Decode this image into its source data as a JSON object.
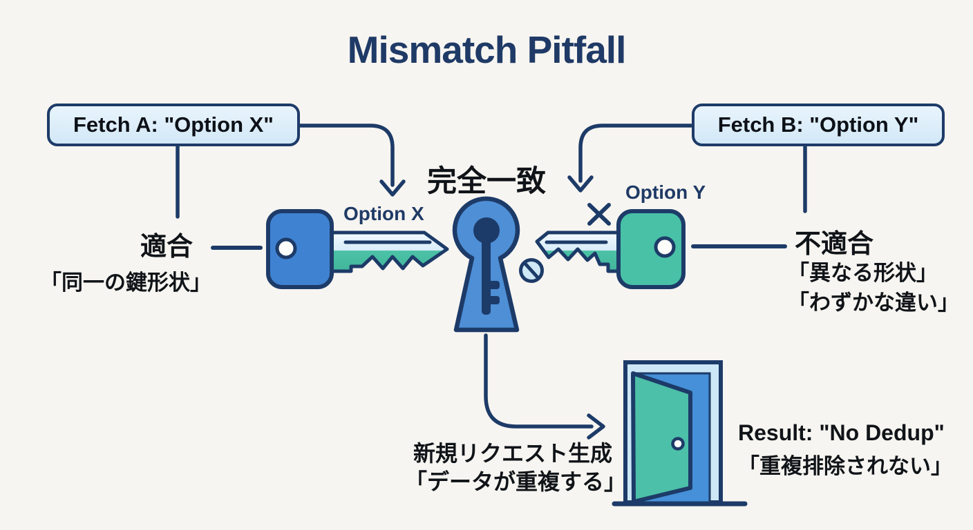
{
  "title": "Mismatch Pitfall",
  "fetch_a": {
    "label": "Fetch A: \"Option X\""
  },
  "fetch_b": {
    "label": "Fetch B: \"Option Y\""
  },
  "keys": {
    "left_label": "Option X",
    "right_label": "Option Y"
  },
  "keyhole": {
    "caption": "完全一致"
  },
  "left_annotation": {
    "status": "適合",
    "note": "「同一の鍵形状」"
  },
  "right_annotation": {
    "status": "不適合",
    "note_1": "「異なる形状」",
    "note_2": "「わずかな違い」"
  },
  "outcome": {
    "action": "新規リクエスト生成",
    "action_note": "「データが重複する」",
    "result": "Result: \"No Dedup\"",
    "result_note": "「重複排除されない」"
  },
  "colors": {
    "background": "#f7f5f1",
    "navy_outline": "#1d3b68",
    "title_navy": "#1f3a66",
    "key_blue": "#3f82d2",
    "key_teal": "#49c1a7",
    "keyhole_blue": "#4e8fd6",
    "label_box_fill": "#d9ecf9",
    "door_frame_fill": "#cde7f6",
    "doorway_blue": "#4590d8",
    "text_black": "#101418"
  }
}
